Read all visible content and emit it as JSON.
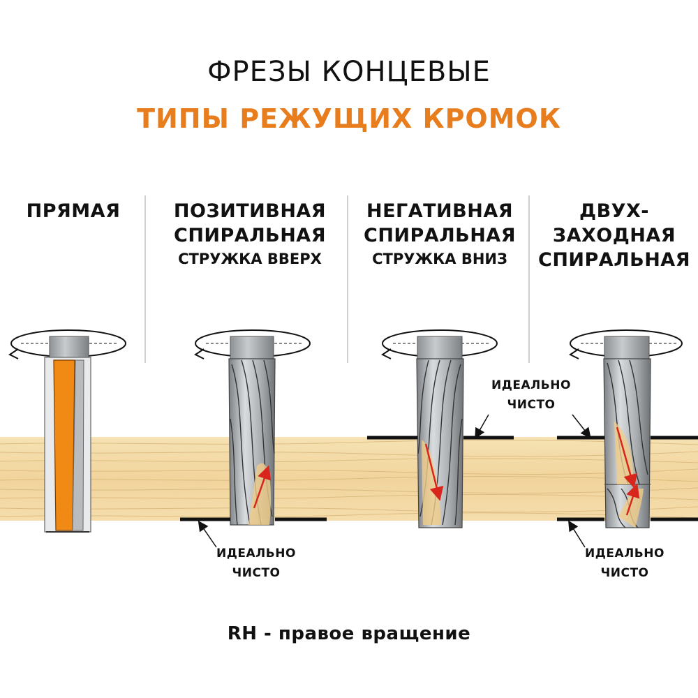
{
  "header": {
    "title": "ФРЕЗЫ КОНЦЕВЫЕ",
    "subtitle": "ТИПЫ РЕЖУЩИХ КРОМОК"
  },
  "columns": [
    {
      "title_lines": [
        "ПРЯМАЯ"
      ],
      "subtitle": ""
    },
    {
      "title_lines": [
        "ПОЗИТИВНАЯ",
        "СПИРАЛЬНАЯ"
      ],
      "subtitle": "СТРУЖКА ВВЕРХ"
    },
    {
      "title_lines": [
        "НЕГАТИВНАЯ",
        "СПИРАЛЬНАЯ"
      ],
      "subtitle": "СТРУЖКА ВНИЗ"
    },
    {
      "title_lines": [
        "ДВУХ-",
        "ЗАХОДНАЯ",
        "СПИРАЛЬНАЯ"
      ],
      "subtitle": ""
    }
  ],
  "callouts": {
    "negative_top": [
      "ИДЕАЛЬНО",
      "ЧИСТО"
    ],
    "positive_bottom": [
      "ИДЕАЛЬНО",
      "ЧИСТО"
    ],
    "twoway_bottom": [
      "ИДЕАЛЬНО",
      "ЧИСТО"
    ]
  },
  "footer": "RH - правое вращение",
  "colors": {
    "accent": "#e87d1e",
    "wood": "#f3d9a4",
    "wood_grain": "#d9b77a",
    "cutter_grey": "#9fa3a6",
    "arrow_red": "#d8261c"
  }
}
